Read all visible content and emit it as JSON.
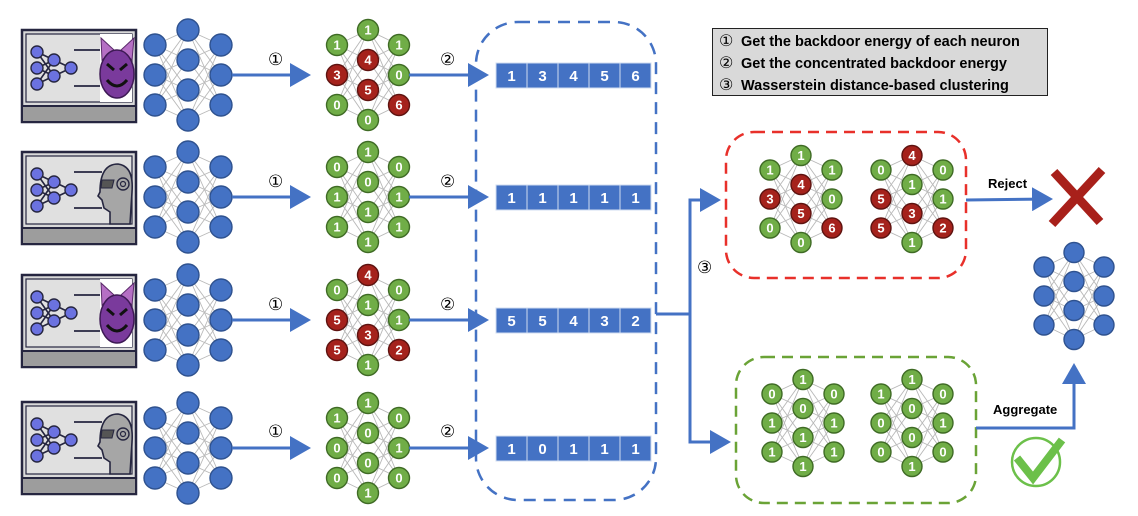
{
  "legend": [
    {
      "num": "①",
      "text": "Get the backdoor energy of each neuron"
    },
    {
      "num": "②",
      "text": "Get the concentrated backdoor energy"
    },
    {
      "num": "③",
      "text": "Wasserstein distance-based clustering"
    }
  ],
  "step_labels": {
    "step1": "①",
    "step2": "②",
    "step3": "③"
  },
  "actions": {
    "reject": "Reject",
    "aggregate": "Aggregate"
  },
  "colors": {
    "blue": "#4472c4",
    "green_node": "#70ad47",
    "red_node": "#a5221c",
    "red_dashed": "#e8302a",
    "green_dashed": "#6aa336",
    "reject_x": "#a8201a",
    "check": "#6cc04a"
  },
  "clients": [
    {
      "type": "malicious",
      "icon": "devil-icon",
      "energy": {
        "input": [
          1,
          3,
          0
        ],
        "hidden": [
          1,
          4,
          5,
          0
        ],
        "output": [
          1,
          0,
          6
        ]
      },
      "concentrated": [
        1,
        3,
        4,
        5,
        6
      ]
    },
    {
      "type": "benign",
      "icon": "robot-icon",
      "energy": {
        "input": [
          0,
          1,
          1
        ],
        "hidden": [
          1,
          0,
          1,
          1
        ],
        "output": [
          0,
          1,
          1
        ]
      },
      "concentrated": [
        1,
        1,
        1,
        1,
        1
      ]
    },
    {
      "type": "malicious",
      "icon": "devil-icon",
      "energy": {
        "input": [
          0,
          5,
          5
        ],
        "hidden": [
          4,
          1,
          3,
          1
        ],
        "output": [
          0,
          1,
          2
        ]
      },
      "concentrated": [
        5,
        5,
        4,
        3,
        2
      ]
    },
    {
      "type": "benign",
      "icon": "robot-icon",
      "energy": {
        "input": [
          1,
          0,
          0
        ],
        "hidden": [
          1,
          0,
          0,
          1
        ],
        "output": [
          0,
          1,
          0
        ]
      },
      "concentrated": [
        1,
        0,
        1,
        1,
        1
      ]
    }
  ],
  "clusters": {
    "rejected": [
      {
        "input": [
          1,
          3,
          0
        ],
        "hidden": [
          1,
          4,
          5,
          0
        ],
        "output": [
          1,
          0,
          6
        ]
      },
      {
        "input": [
          0,
          5,
          5
        ],
        "hidden": [
          4,
          1,
          3,
          1
        ],
        "output": [
          0,
          1,
          2
        ]
      }
    ],
    "accepted": [
      {
        "input": [
          0,
          1,
          1
        ],
        "hidden": [
          1,
          0,
          1,
          1
        ],
        "output": [
          0,
          1,
          1
        ]
      },
      {
        "input": [
          1,
          0,
          0
        ],
        "hidden": [
          1,
          0,
          0,
          1
        ],
        "output": [
          0,
          1,
          0
        ]
      }
    ]
  }
}
